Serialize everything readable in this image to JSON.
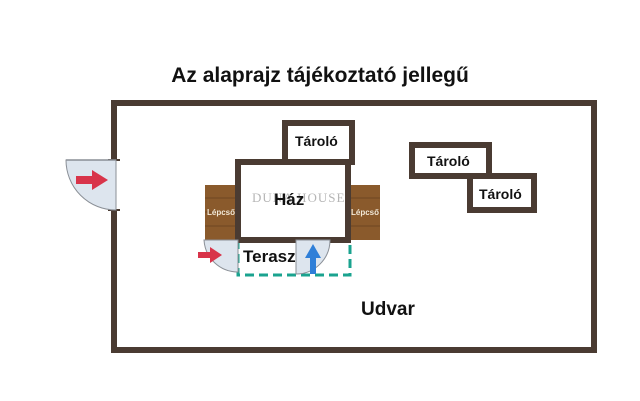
{
  "title": "Az alaprajz tájékoztató jellegű",
  "watermark": "DUNA HOUSE",
  "labels": {
    "haz": "Ház",
    "storage_1": "Tároló",
    "storage_2": "Tároló",
    "storage_3": "Tároló",
    "terrace": "Terasz",
    "yard": "Udvar",
    "stairs_left": "Lépcső",
    "stairs_right": "Lépcső"
  },
  "colors": {
    "wall": "#4a3b32",
    "stairs": "#8a5a2c",
    "arrow": "#d8344a",
    "door_fill": "#dde5ee",
    "terrace_outline": "#1aa38f",
    "entry_arrow_blue": "#2f7fd8"
  },
  "icons": {
    "entrance": "arrow-right-icon",
    "terrace_entrance": "arrow-up-icon"
  }
}
